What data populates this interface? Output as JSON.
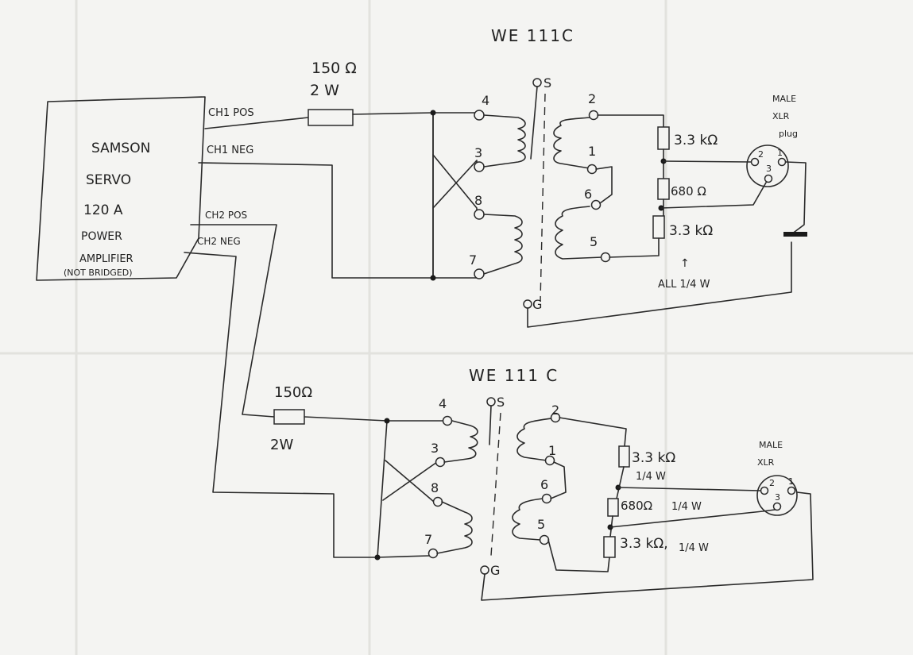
{
  "amp": {
    "lines": [
      "SAMSON",
      "SERVO",
      "120 A",
      "POWER",
      "AMPLIFIER",
      "(NOT BRIDGED)"
    ],
    "ch1_pos": "CH1 POS",
    "ch1_neg": "CH1 NEG",
    "ch2_pos": "CH2 POS",
    "ch2_neg": "CH2 NEG"
  },
  "top": {
    "title": "WE 111C",
    "series_res": {
      "value": "150 Ω",
      "power": "2 W"
    },
    "pins_primary": [
      "4",
      "3",
      "8",
      "7"
    ],
    "pins_secondary": [
      "2",
      "1",
      "6",
      "5"
    ],
    "shield": "S",
    "ground": "G",
    "res_upper": "3.3 kΩ",
    "res_middle": "680 Ω",
    "res_lower": "3.3 kΩ",
    "power_note": "ALL 1/4 W",
    "xlr_label": [
      "MALE",
      "XLR",
      "plug"
    ],
    "xlr_pins": [
      "2",
      "1",
      "3"
    ]
  },
  "bottom": {
    "title": "WE 111 C",
    "series_res": {
      "value": "150Ω",
      "power": "2W"
    },
    "pins_primary": [
      "4",
      "3",
      "8",
      "7"
    ],
    "pins_secondary": [
      "2",
      "1",
      "6",
      "5"
    ],
    "shield": "S",
    "ground": "G",
    "res_upper": "3.3 kΩ",
    "res_upper_power": "1/4 W",
    "res_middle": "680Ω",
    "res_middle_power": "1/4 W",
    "res_lower": "3.3 kΩ,",
    "res_lower_power": "1/4 W",
    "xlr_label": [
      "MALE",
      "XLR"
    ],
    "xlr_pins": [
      "2",
      "1",
      "3"
    ]
  }
}
